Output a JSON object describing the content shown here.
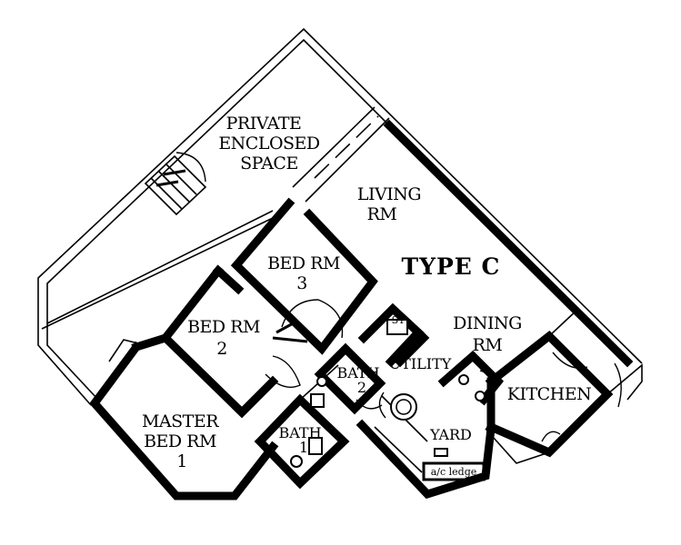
{
  "plan": {
    "title": "TYPE C",
    "rooms": {
      "private_enclosed_space": [
        "PRIVATE",
        "ENCLOSED",
        "SPACE"
      ],
      "living": [
        "LIVING",
        "RM"
      ],
      "bed3": [
        "BED RM",
        "3"
      ],
      "bed2": [
        "BED RM",
        "2"
      ],
      "master": [
        "MASTER",
        "BED RM",
        "1"
      ],
      "dining": [
        "DINING",
        "RM"
      ],
      "utility": "UTILITY",
      "bath2": [
        "BATH",
        "2"
      ],
      "bath1": [
        "BATH",
        "1"
      ],
      "kitchen": "KITCHEN",
      "yard": "YARD",
      "store": "ST",
      "ac_ledge": "a/c ledge"
    }
  }
}
